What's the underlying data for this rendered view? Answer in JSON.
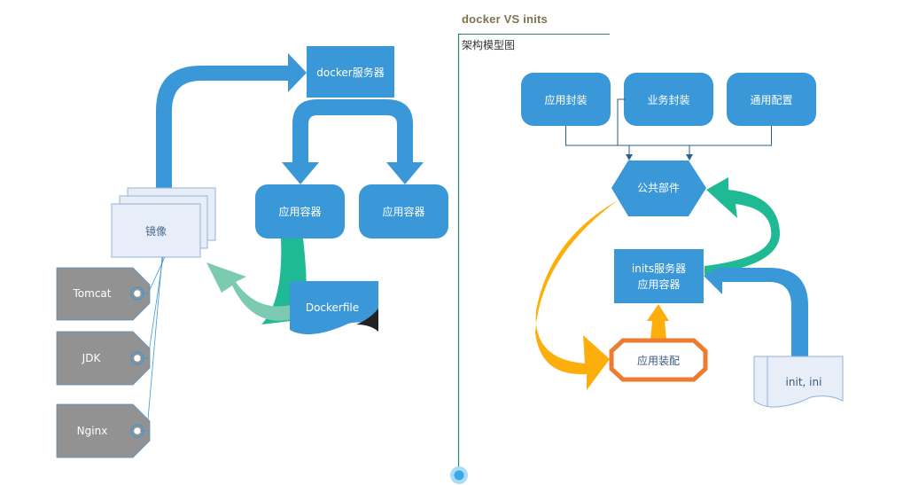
{
  "header": {
    "title": "docker  VS inits",
    "subtitle": "架构模型图"
  },
  "colors": {
    "blue": "#3a98d9",
    "teal": "#1fba94",
    "teal_light": "#7ccbb0",
    "orange_arrow": "#fcae0b",
    "octagon_border": "#ec7c30",
    "tag_gray": "#929292",
    "doc_fill": "#e8eef8",
    "doc_stroke": "#8fb3d8",
    "title_color": "#7d7350",
    "divider": "#2e7d72"
  },
  "docker_side": {
    "server": "docker服务器",
    "containers": [
      "应用容器",
      "应用容器"
    ],
    "image": "镜像",
    "tags": [
      "Tomcat",
      "JDK",
      "Nginx"
    ],
    "dockerfile": "Dockerfile"
  },
  "inits_side": {
    "top_boxes": [
      "应用封装",
      "业务封装",
      "通用配置"
    ],
    "common": "公共部件",
    "server_line1": "inits服务器",
    "server_line2": "应用容器",
    "assembly": "应用装配",
    "config_file": "init, ini"
  }
}
